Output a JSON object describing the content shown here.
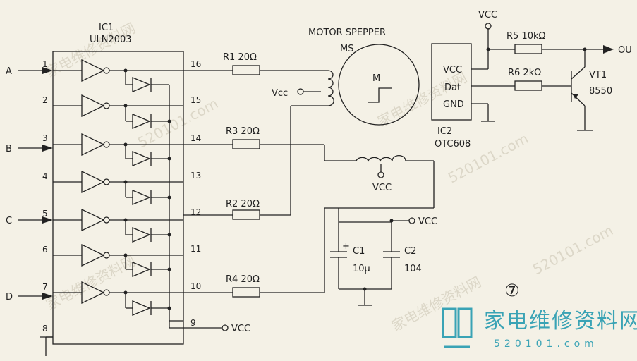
{
  "ic1": {
    "name": "IC1",
    "part": "ULN2003",
    "pins": [
      "1",
      "2",
      "3",
      "4",
      "5",
      "6",
      "7",
      "8",
      "9",
      "10",
      "11",
      "12",
      "13",
      "14",
      "15",
      "16"
    ]
  },
  "inputs": [
    "A",
    "B",
    "C",
    "D"
  ],
  "motor": {
    "title": "MOTOR SPEPPER",
    "name": "MS",
    "symbol": "M"
  },
  "resistors": {
    "r1": "R1  20Ω",
    "r2": "R2  20Ω",
    "r3": "R3  20Ω",
    "r4": "R4  20Ω",
    "r5": "R5  10kΩ",
    "r6": "R6  2kΩ"
  },
  "supply": {
    "vcc_upper": "VCC",
    "vcc_mixed": "Vcc"
  },
  "ic2": {
    "name": "IC2",
    "part": "OTC608",
    "pins": [
      "VCC",
      "Dat",
      "GND"
    ]
  },
  "transistor": {
    "name": "VT1",
    "part": "8550"
  },
  "capacitors": {
    "c1": "C1",
    "c1_val": "10μ",
    "c2": "C2",
    "c2_val": "104",
    "polarity": "+"
  },
  "output": "OU",
  "figure_number": "⑦",
  "watermark": {
    "cn": "家电维修资料网",
    "url": "520101.com",
    "url_spaced": "520101.com"
  },
  "colors": {
    "ink": "#222222",
    "paper": "#f4f1e6",
    "brand": "#3aa3b5"
  }
}
